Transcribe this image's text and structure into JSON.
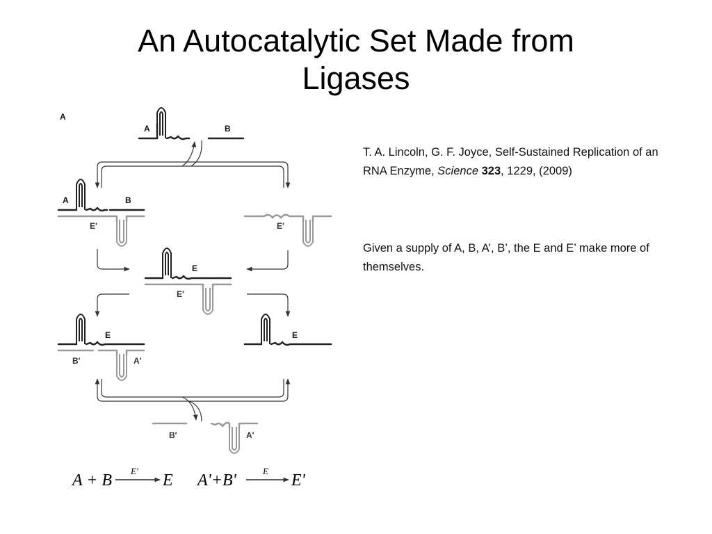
{
  "slide": {
    "title_line1": "An Autocatalytic Set Made from",
    "title_line2": "Ligases"
  },
  "citation": {
    "part1": "T. A. Lincoln, G. F. Joyce, Self-Sustained Replication of an RNA Enzyme, ",
    "journal": "Science",
    "sep": " ",
    "volume": "323",
    "part2": ", 1229, (2009)"
  },
  "note": "Given a supply of A, B, A’, B’, the E and E’ make more of themselves.",
  "diagram": {
    "panel_label": "A",
    "labels": {
      "top_a": "A",
      "top_b": "B",
      "ul_a": "A",
      "ul_b": "B",
      "ul_eprime": "E′",
      "ur_eprime": "E′",
      "center_e": "E",
      "center_eprime": "E′",
      "ll_e": "E",
      "ll_bprime": "B′",
      "ll_aprime": "A′",
      "lr_e": "E",
      "bottom_bprime": "B′",
      "bottom_aprime": "A′"
    },
    "equations": {
      "eq1_lhs": "A + B",
      "eq1_catalyst": "E'",
      "eq1_rhs": "E",
      "eq2_lhs": "A'+B'",
      "eq2_catalyst": "E",
      "eq2_rhs": "E'"
    },
    "colors": {
      "dark_strand": "#222222",
      "grey_strand": "#9a9a9a"
    }
  }
}
